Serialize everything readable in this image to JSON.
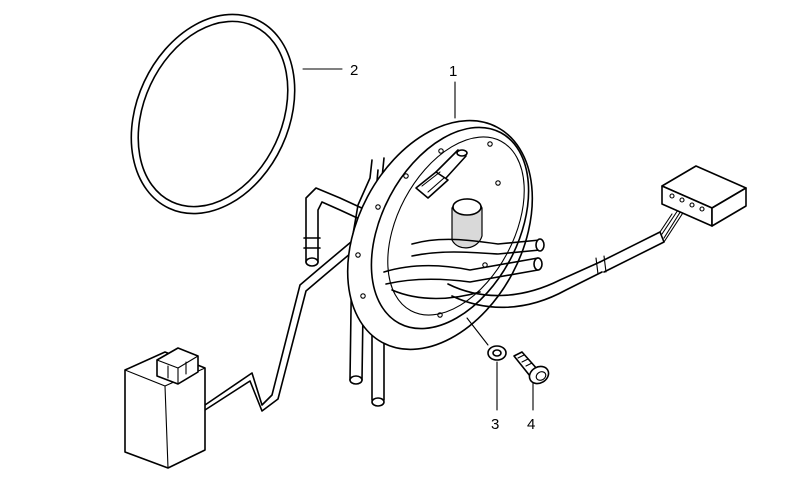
{
  "parts": [
    {
      "id": "part-1",
      "label": "1"
    },
    {
      "id": "part-2",
      "label": "2"
    },
    {
      "id": "part-3",
      "label": "3"
    },
    {
      "id": "part-4",
      "label": "4"
    }
  ],
  "colors": {
    "line": "#000000",
    "background": "#ffffff",
    "shade": "#d9d9d9"
  }
}
